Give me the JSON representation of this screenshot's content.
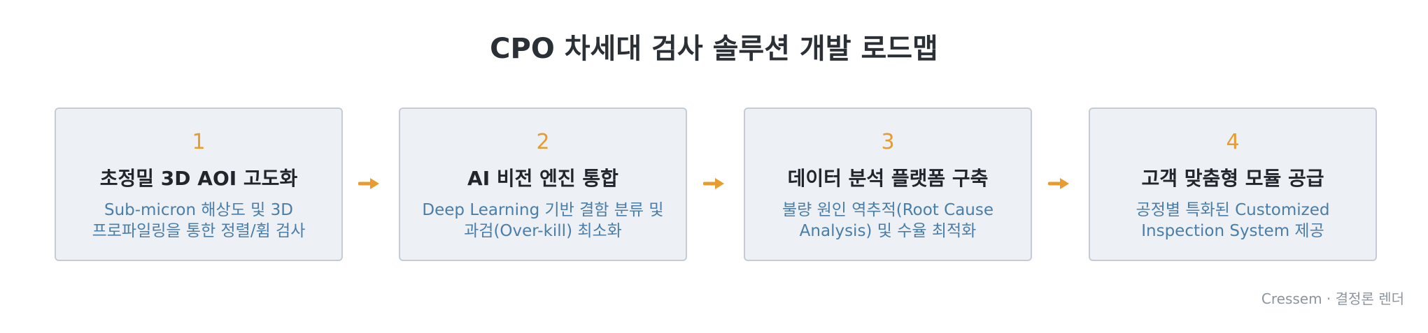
{
  "title": "CPO 차세대 검사 솔루션 개발 로드맵",
  "steps": [
    {
      "number": "1",
      "name": "초정밀 3D AOI 고도화",
      "desc_line1": "Sub-micron 해상도 및 3D",
      "desc_line2": "프로파일링을 통한 정렬/휨 검사"
    },
    {
      "number": "2",
      "name": "AI 비전 엔진 통합",
      "desc_line1": "Deep Learning 기반 결함 분류 및",
      "desc_line2": "과검(Over-kill) 최소화"
    },
    {
      "number": "3",
      "name": "데이터 분석 플랫폼 구축",
      "desc_line1": "불량 원인 역추적(Root Cause",
      "desc_line2": "Analysis) 및 수율 최적화"
    },
    {
      "number": "4",
      "name": "고객 맞춤형 모듈 공급",
      "desc_line1": "공정별 특화된 Customized",
      "desc_line2": "Inspection System 제공"
    }
  ],
  "footer": "Cressem · 결정론 렌더",
  "colors": {
    "accent": "#e89b2f",
    "card_bg": "#edf0f4",
    "card_border": "#c6ccd6",
    "title_text": "#22262c",
    "desc_text": "#4a7ea8"
  }
}
